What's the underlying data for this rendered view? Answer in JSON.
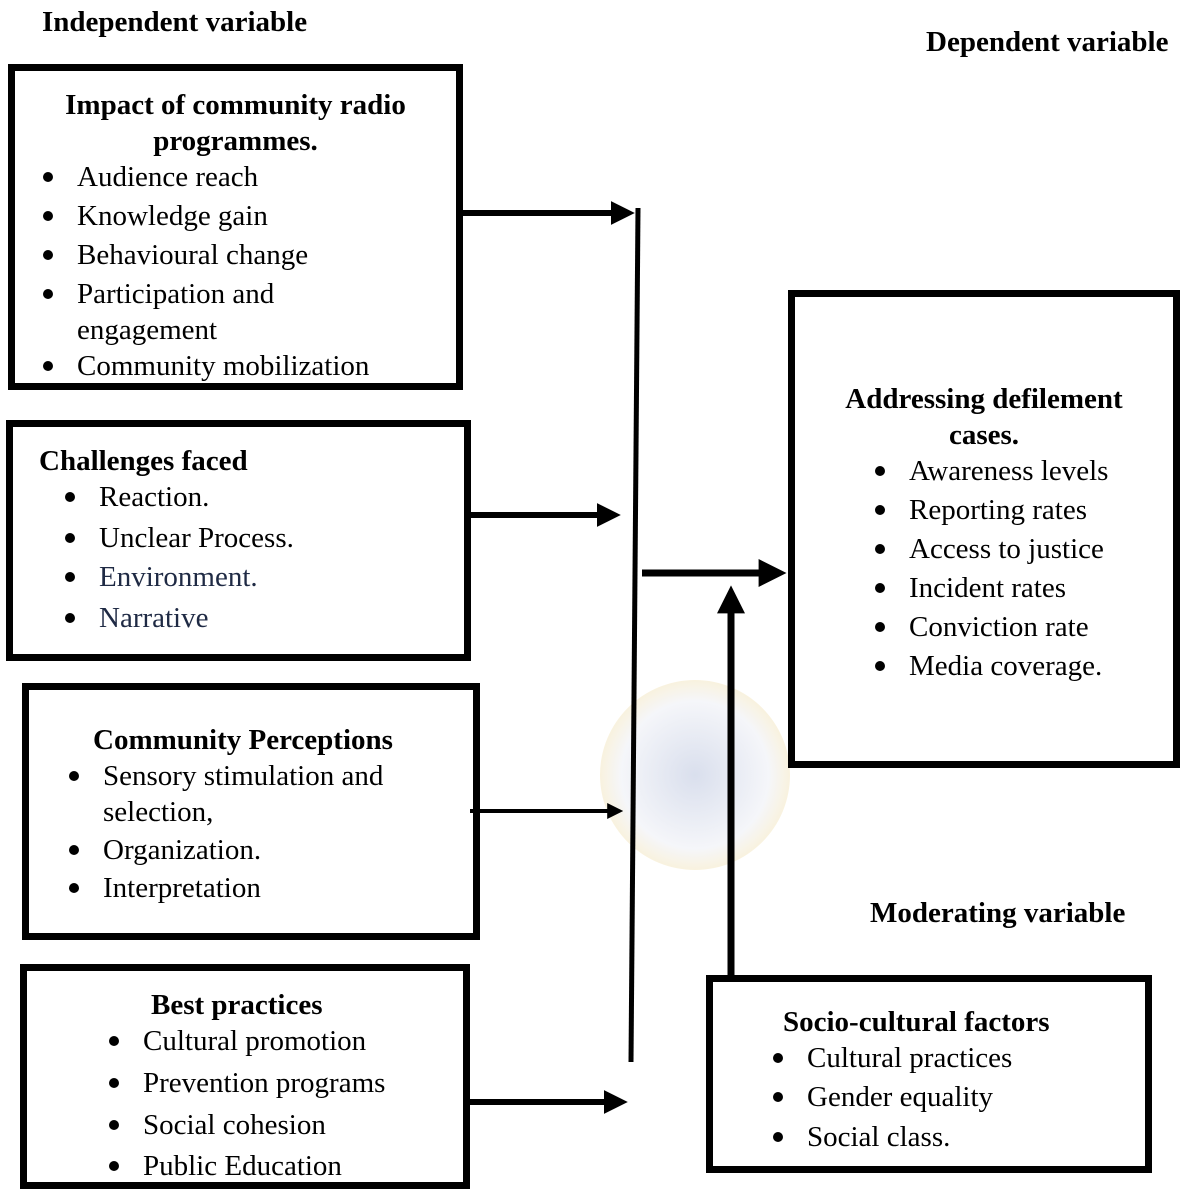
{
  "labels": {
    "independent": "Independent variable",
    "dependent": "Dependent variable",
    "moderating": "Moderating variable"
  },
  "boxes": {
    "radio": {
      "title": "Impact of community radio programmes.",
      "items": [
        "Audience reach",
        "Knowledge gain",
        "Behavioural change",
        "Participation and engagement",
        "Community mobilization"
      ]
    },
    "challenges": {
      "title": "Challenges faced",
      "items": [
        "Reaction.",
        "Unclear Process.",
        "Environment.",
        "Narrative"
      ]
    },
    "perceptions": {
      "title": "Community Perceptions",
      "items": [
        "Sensory stimulation and selection,",
        "Organization.",
        "Interpretation"
      ]
    },
    "practices": {
      "title": "Best practices",
      "items": [
        "Cultural promotion",
        "Prevention programs",
        "Social cohesion",
        "Public Education"
      ]
    },
    "defilement": {
      "title": "Addressing defilement cases.",
      "items": [
        "Awareness levels",
        "Reporting rates",
        "Access to justice",
        "Incident rates",
        "Conviction rate",
        "Media coverage."
      ]
    },
    "sociocultural": {
      "title": "Socio-cultural factors",
      "items": [
        "Cultural practices",
        "Gender equality",
        "Social class."
      ]
    }
  },
  "colors": {
    "line": "#000000",
    "navy_text": "#1f2a44"
  }
}
